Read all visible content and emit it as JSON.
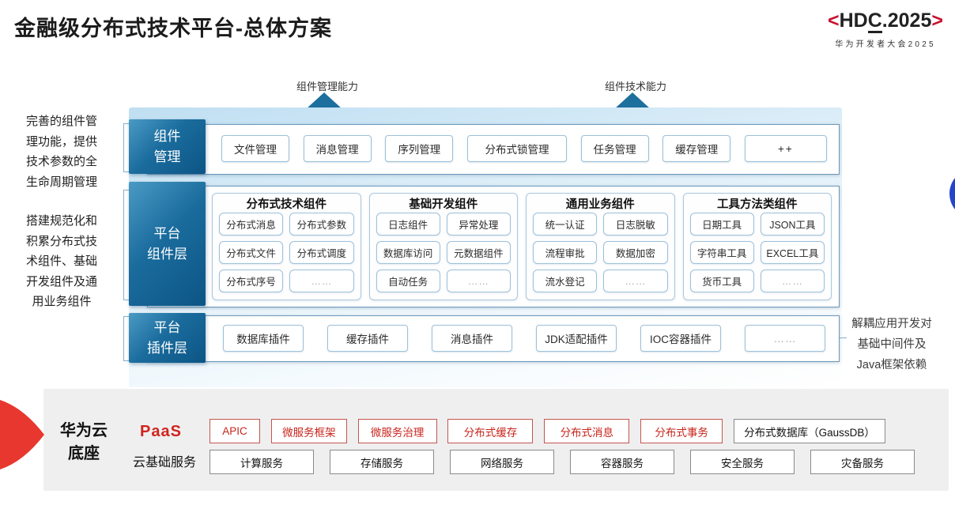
{
  "title": "金融级分布式技术平台-总体方案",
  "logo": {
    "bracket_left": "<",
    "prefix": "HD",
    "underlined": "C",
    "suffix": ".2025",
    "bracket_right": ">",
    "subtitle": "华为开发者大会2025"
  },
  "capabilities": [
    {
      "label": "组件管理能力"
    },
    {
      "label": "组件技术能力"
    }
  ],
  "notes": {
    "left_top": "完善的组件管理功能，提供技术参数的全生命周期管理",
    "left_bottom": "搭建规范化和积累分布式技术组件、基础开发组件及通用业务组件",
    "right": "解耦应用开发对基础中间件及Java框架依赖"
  },
  "rows": {
    "management": {
      "label": "组件\n管理",
      "items": [
        "文件管理",
        "消息管理",
        "序列管理",
        "分布式锁管理",
        "任务管理",
        "缓存管理",
        "++"
      ]
    },
    "components": {
      "label": "平台\n组件层",
      "groups": [
        {
          "title": "分布式技术组件",
          "items": [
            "分布式消息",
            "分布式参数",
            "分布式文件",
            "分布式调度",
            "分布式序号",
            "……"
          ]
        },
        {
          "title": "基础开发组件",
          "items": [
            "日志组件",
            "异常处理",
            "数据库访问",
            "元数据组件",
            "自动任务",
            "……"
          ]
        },
        {
          "title": "通用业务组件",
          "items": [
            "统一认证",
            "日志脱敏",
            "流程审批",
            "数据加密",
            "流水登记",
            "……"
          ]
        },
        {
          "title": "工具方法类组件",
          "items": [
            "日期工具",
            "JSON工具",
            "字符串工具",
            "EXCEL工具",
            "货币工具",
            "……"
          ]
        }
      ]
    },
    "plugins": {
      "label": "平台\n插件层",
      "items": [
        "数据库插件",
        "缓存插件",
        "消息插件",
        "JDK适配插件",
        "IOC容器插件",
        "……"
      ]
    }
  },
  "foundation": {
    "label": "华为云\n底座",
    "paas": {
      "label": "PaaS",
      "items": [
        "APIC",
        "微服务框架",
        "微服务治理",
        "分布式缓存",
        "分布式消息",
        "分布式事务"
      ],
      "db_item": "分布式数据库（GaussDB）"
    },
    "cloud_services": {
      "label": "云基础服务",
      "items": [
        "计算服务",
        "存储服务",
        "网络服务",
        "容器服务",
        "安全服务",
        "灾备服务"
      ]
    }
  },
  "colors": {
    "deep_blue": "#0c5585",
    "arrow_blue": "#1d6f9e",
    "row_border": "#6d98ba",
    "item_border": "#9cc0da",
    "red_accent": "#c8251c",
    "hdc_red": "#c8102e",
    "panel_gray": "#efeff0",
    "circle_blue": "#2545c9",
    "wedge_red": "#e7372e"
  }
}
